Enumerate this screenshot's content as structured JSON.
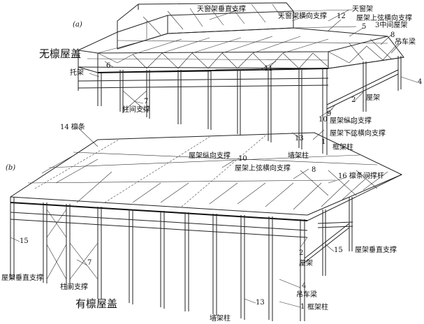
{
  "panel_a": {
    "label": "(a)",
    "title": "无檩屋盖"
  },
  "panel_b": {
    "label": "(b)",
    "title": "有檩屋盖"
  },
  "labels_a": {
    "skylight_vertical_brace": "天窗架垂直支撑",
    "skylight_frame": "天窗架",
    "skylight_transverse_brace": "天窗架横向支撑",
    "num12": "12",
    "roof_upper_chord_transverse_brace": "屋架上弦横向支撑",
    "num5": "5",
    "num3_mid_truss": "3中间屋架",
    "num8": "8",
    "crane_beam": "吊车梁",
    "num4": "4",
    "num6": "6",
    "support_truss": "托架",
    "num11": "11",
    "num2": "2",
    "truss": "屋架",
    "num7": "7",
    "column_brace": "柱间支撑",
    "num9": "9",
    "num10": "10",
    "roof_longitudinal_brace": "屋架纵向支撑",
    "roof_lower_chord_transverse_brace": "屋架下弦横向支撑",
    "num1": "1",
    "frame_column": "框架柱",
    "num13": "13",
    "wall_column": "墙架柱"
  },
  "labels_b": {
    "purlin": "14 檩条",
    "roof_longitudinal_brace": "屋架纵向支撑",
    "num10": "10",
    "roof_upper_chord_transverse_brace": "屋架上弦横向支撑",
    "num8": "8",
    "purlin_strut": "16 檩条间撑杆",
    "num15_left": "15",
    "num15_right": "15",
    "roof_vertical_brace_right": "屋架垂直支撑",
    "num2": "2",
    "truss": "屋架",
    "roof_vertical_brace_left": "屋架垂直支撑",
    "num7": "7",
    "column_brace": "柱间支撑",
    "num4": "4",
    "crane_beam": "吊车梁",
    "num13": "13",
    "num1": "1",
    "frame_column": "框架柱",
    "wall_column": "墙架柱"
  }
}
